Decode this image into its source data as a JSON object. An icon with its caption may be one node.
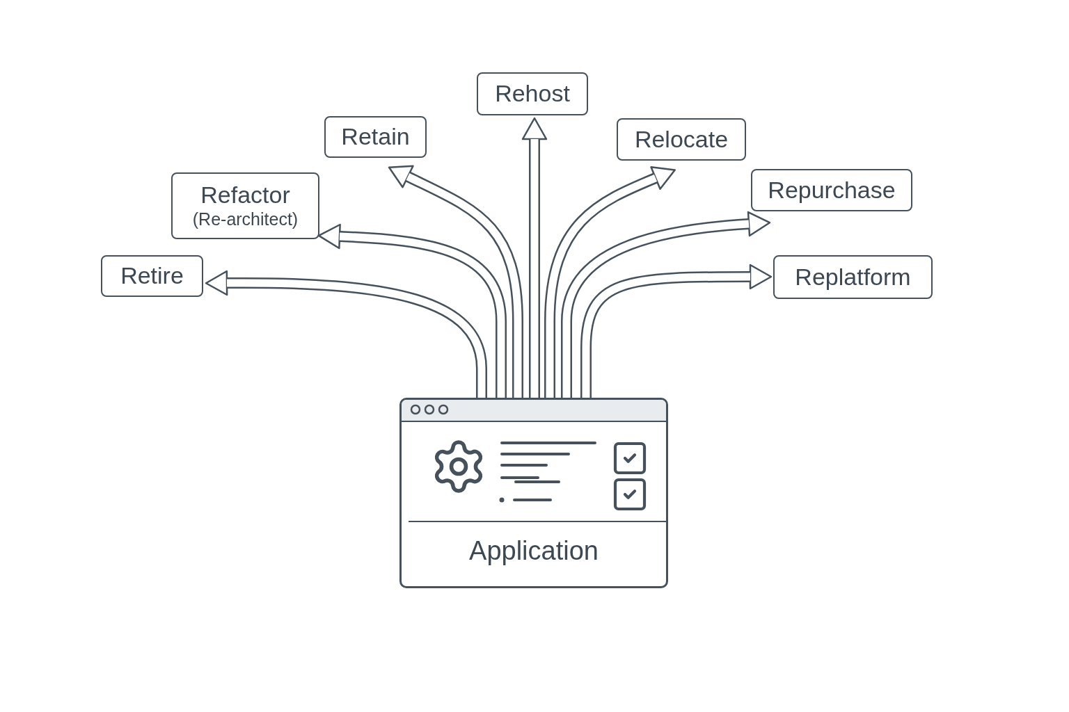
{
  "diagram": {
    "nodes": [
      {
        "text": [
          "Rehost"
        ]
      },
      {
        "text": [
          "Retain"
        ]
      },
      {
        "text": [
          "Relocate"
        ]
      },
      {
        "text": [
          "Repurchase"
        ]
      },
      {
        "text": [
          "Refactor",
          "(Re-architect)"
        ]
      },
      {
        "text": [
          "Retire"
        ]
      },
      {
        "text": [
          "Replatform"
        ]
      },
      {
        "text": [
          "Application"
        ]
      }
    ],
    "edges": [
      {
        "from": 7,
        "to": 5,
        "arrow": "to"
      },
      {
        "from": 7,
        "to": 4,
        "arrow": "to"
      },
      {
        "from": 7,
        "to": 1,
        "arrow": "to"
      },
      {
        "from": 7,
        "to": 0,
        "arrow": "to"
      },
      {
        "from": 7,
        "to": 2,
        "arrow": "to"
      },
      {
        "from": 7,
        "to": 3,
        "arrow": "to"
      },
      {
        "from": 7,
        "to": 6,
        "arrow": "to"
      }
    ]
  }
}
